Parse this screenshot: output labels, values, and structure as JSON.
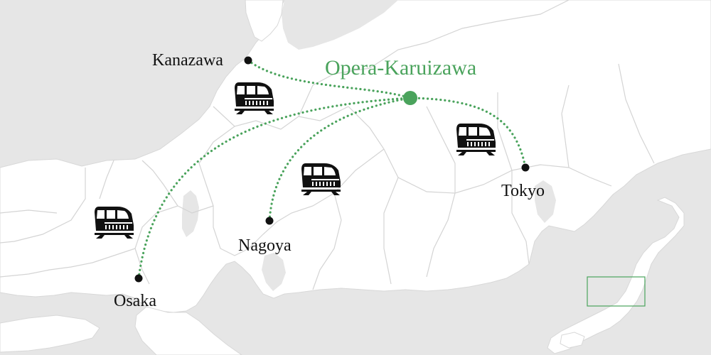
{
  "map": {
    "destination": {
      "label": "Opera-Karuizawa",
      "color": "#4aa35c"
    },
    "origins": [
      {
        "id": "kanazawa",
        "label": "Kanazawa"
      },
      {
        "id": "osaka",
        "label": "Osaka"
      },
      {
        "id": "nagoya",
        "label": "Nagoya"
      },
      {
        "id": "tokyo",
        "label": "Tokyo"
      }
    ],
    "colors": {
      "sea": "#e6e6e6",
      "land": "#ffffff",
      "border": "#d4d4d4",
      "route": "#4aa35c",
      "city_dot": "#111111",
      "train": "#111111",
      "inset_frame": "#4aa35c"
    },
    "route_style": "dotted",
    "icons": [
      "train-icon"
    ]
  }
}
